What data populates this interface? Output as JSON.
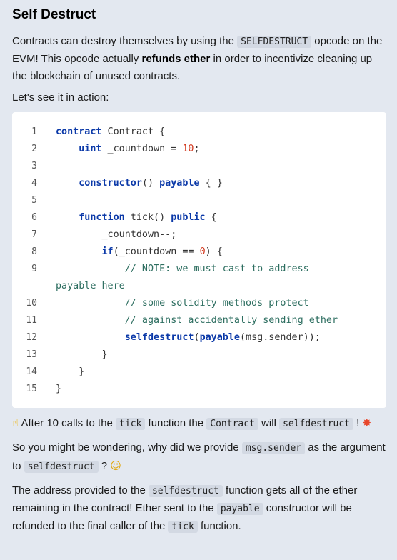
{
  "title": "Self Destruct",
  "intro": {
    "t1": "Contracts can destroy themselves by using the ",
    "code1": "SELFDESTRUCT",
    "t2": " opcode on the EVM! This opcode actually ",
    "bold": "refunds ether",
    "t3": " in order to incentivize cleaning up the blockchain of unused contracts."
  },
  "lets_see": "Let's see it in action:",
  "code": {
    "line_numbers": [
      "1",
      "2",
      "3",
      "4",
      "5",
      "6",
      "7",
      "8",
      "9",
      "",
      "10",
      "11",
      "12",
      "13",
      "14",
      "15"
    ],
    "l1_kw": "contract",
    "l1_rest": " Contract {",
    "l2_kw": "uint",
    "l2_mid": " _countdown = ",
    "l2_num": "10",
    "l2_end": ";",
    "l4_kw1": "constructor",
    "l4_mid": "() ",
    "l4_kw2": "payable",
    "l4_end": " { }",
    "l6_kw1": "function",
    "l6_mid": " tick() ",
    "l6_kw2": "public",
    "l6_end": " {",
    "l7": "_countdown--;",
    "l8_kw": "if",
    "l8_mid": "(_countdown == ",
    "l8_num": "0",
    "l8_end": ") {",
    "l9_cm": "// NOTE: we must cast to address",
    "l9b_cm": "payable here",
    "l10_cm": "// some solidity methods protect",
    "l11_cm": "// against accidentally sending ether",
    "l12_kw1": "selfdestruct",
    "l12_p": "(",
    "l12_kw2": "payable",
    "l12_end": "(msg.sender));",
    "l13": "}",
    "l14": "}",
    "l15": "}"
  },
  "after": {
    "icon": "pointing-up-icon",
    "t1": " After 10 calls to the ",
    "code1": "tick",
    "t2": " function the ",
    "code2": "Contract",
    "t3": " will ",
    "code3": "selfdestruct",
    "t4": " ! ",
    "icon2": "collision-icon"
  },
  "so": {
    "t1": "So you might be wondering, why did we provide ",
    "code1": "msg.sender",
    "t2": " as the argument to ",
    "code2": "selfdestruct",
    "t3": " ? ",
    "icon": "thinking-face-icon"
  },
  "addr": {
    "t1": "The address provided to the ",
    "code1": "selfdestruct",
    "t2": " function gets all of the ether remaining in the contract! Ether sent to the ",
    "code2": "payable",
    "t3": " constructor will be refunded to the final caller of the ",
    "code3": "tick",
    "t4": " function."
  }
}
